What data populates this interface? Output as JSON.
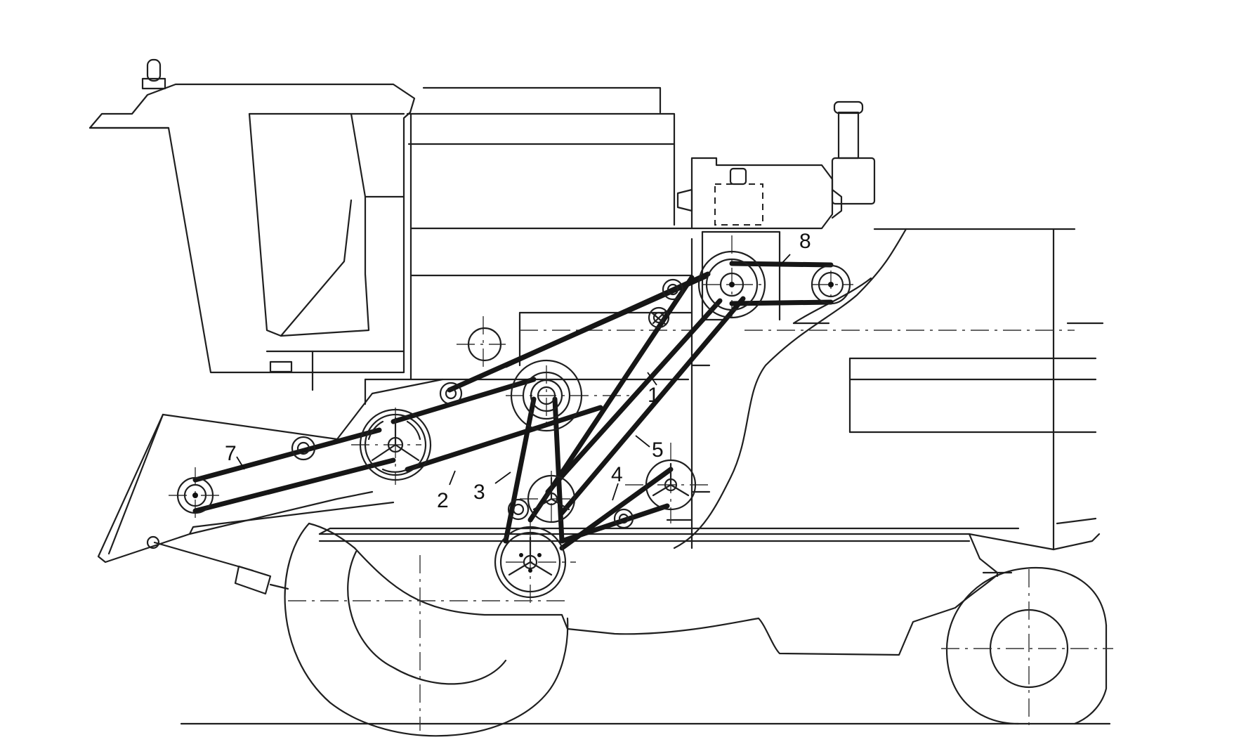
{
  "callouts": [
    {
      "id": "1",
      "label": "1"
    },
    {
      "id": "2",
      "label": "2"
    },
    {
      "id": "3",
      "label": "3"
    },
    {
      "id": "4",
      "label": "4"
    },
    {
      "id": "5",
      "label": "5"
    },
    {
      "id": "7",
      "label": "7"
    },
    {
      "id": "8",
      "label": "8"
    }
  ],
  "colors": {
    "line": "#1f1f1f",
    "belt": "#161616",
    "background": "#ffffff"
  }
}
